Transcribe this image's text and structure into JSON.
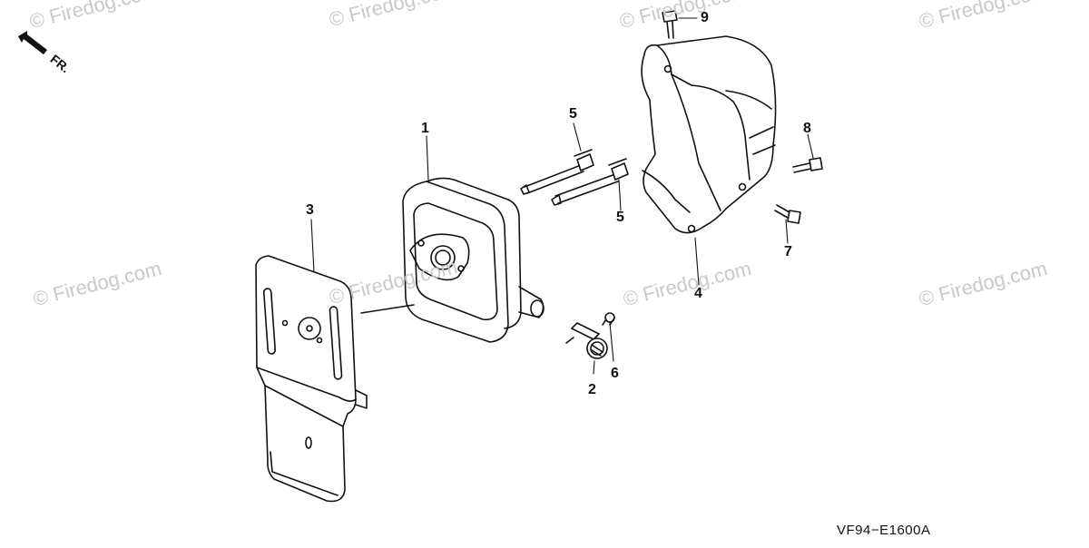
{
  "diagram": {
    "code": "VF94−E1600A",
    "direction_label": "FR.",
    "watermark": "© Firedog.com",
    "callouts": [
      "1",
      "2",
      "3",
      "4",
      "5",
      "5",
      "6",
      "7",
      "8",
      "9"
    ]
  }
}
